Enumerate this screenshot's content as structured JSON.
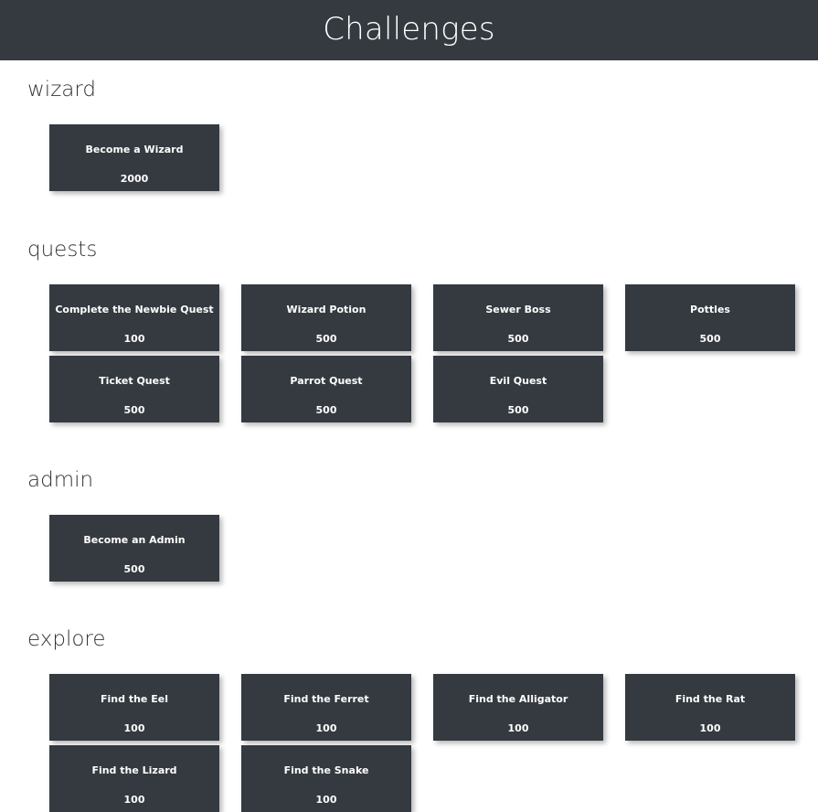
{
  "header": {
    "title": "Challenges",
    "background_color": "#343a40",
    "text_color": "#ffffff"
  },
  "theme": {
    "page_background": "#ffffff",
    "card_background": "#343a40",
    "card_text_color": "#ffffff",
    "heading_color": "#333333"
  },
  "sections": [
    {
      "id": "wizard",
      "heading": "wizard",
      "cards": [
        {
          "title": "Become a Wizard",
          "value": "2000"
        }
      ]
    },
    {
      "id": "quests",
      "heading": "quests",
      "cards": [
        {
          "title": "Complete the Newbie Quest",
          "value": "100"
        },
        {
          "title": "Wizard Potion",
          "value": "500"
        },
        {
          "title": "Sewer Boss",
          "value": "500"
        },
        {
          "title": "Pottles",
          "value": "500"
        },
        {
          "title": "Ticket Quest",
          "value": "500"
        },
        {
          "title": "Parrot Quest",
          "value": "500"
        },
        {
          "title": "Evil Quest",
          "value": "500"
        }
      ]
    },
    {
      "id": "admin",
      "heading": "admin",
      "cards": [
        {
          "title": "Become an Admin",
          "value": "500"
        }
      ]
    },
    {
      "id": "explore",
      "heading": "explore",
      "cards": [
        {
          "title": "Find the Eel",
          "value": "100"
        },
        {
          "title": "Find the Ferret",
          "value": "100"
        },
        {
          "title": "Find the Alligator",
          "value": "100"
        },
        {
          "title": "Find the Rat",
          "value": "100"
        },
        {
          "title": "Find the Lizard",
          "value": "100"
        },
        {
          "title": "Find the Snake",
          "value": "100"
        }
      ]
    }
  ]
}
